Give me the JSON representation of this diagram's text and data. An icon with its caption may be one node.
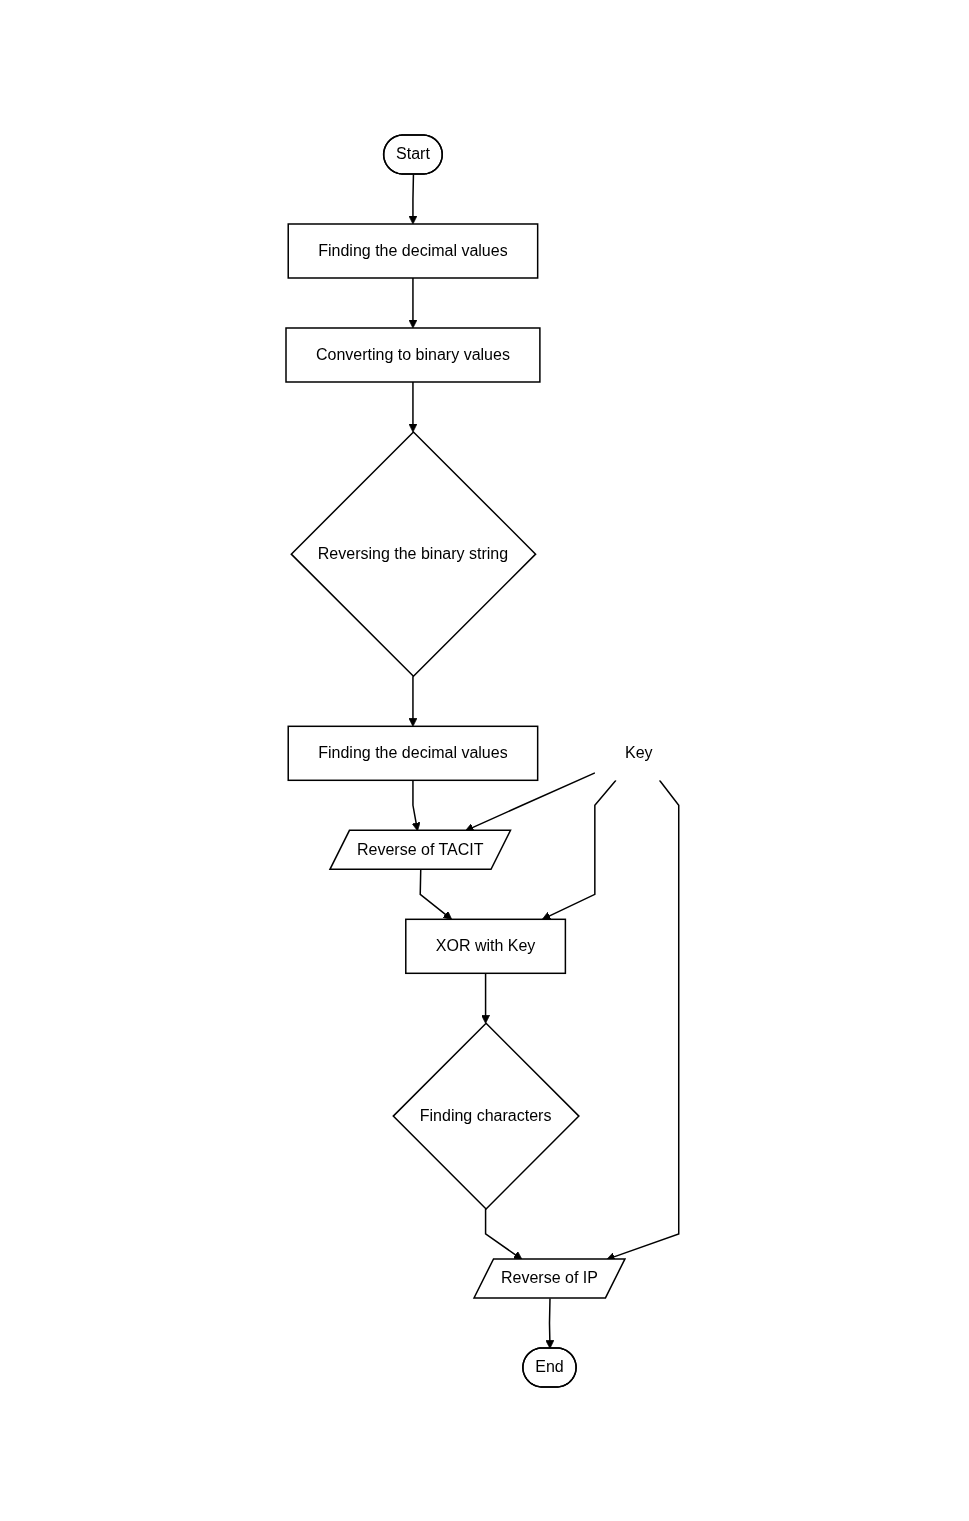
{
  "diagram": {
    "nodes": [
      {
        "text": [
          "Start"
        ]
      },
      {
        "text": [
          "Finding the decimal values"
        ]
      },
      {
        "text": [
          "Converting to binary values"
        ]
      },
      {
        "text": [
          "Reversing the binary string"
        ]
      },
      {
        "text": [
          "Finding the decimal values"
        ]
      },
      {
        "text": [
          "Reverse of TACIT"
        ]
      },
      {
        "text": [
          "XOR with Key"
        ]
      },
      {
        "text": [
          "Finding characters"
        ]
      },
      {
        "text": [
          "Reverse of IP"
        ]
      },
      {
        "text": [
          "End"
        ]
      },
      {
        "text": [
          "Key"
        ]
      }
    ],
    "edges": [
      {
        "from": 0,
        "to": 1,
        "arrow": "to"
      },
      {
        "from": 1,
        "to": 2,
        "arrow": "to"
      },
      {
        "from": 2,
        "to": 3,
        "arrow": "to"
      },
      {
        "from": 3,
        "to": 4,
        "arrow": "to"
      },
      {
        "from": 4,
        "to": 5,
        "arrow": "to"
      },
      {
        "from": 5,
        "to": 6,
        "arrow": "to"
      },
      {
        "from": 6,
        "to": 7,
        "arrow": "to"
      },
      {
        "from": 7,
        "to": 8,
        "arrow": "to"
      },
      {
        "from": 8,
        "to": 9,
        "arrow": "to"
      },
      {
        "from": 10,
        "to": 5,
        "arrow": "to"
      },
      {
        "from": 10,
        "to": 6,
        "arrow": "to"
      },
      {
        "from": 10,
        "to": 8,
        "arrow": "to"
      }
    ]
  }
}
